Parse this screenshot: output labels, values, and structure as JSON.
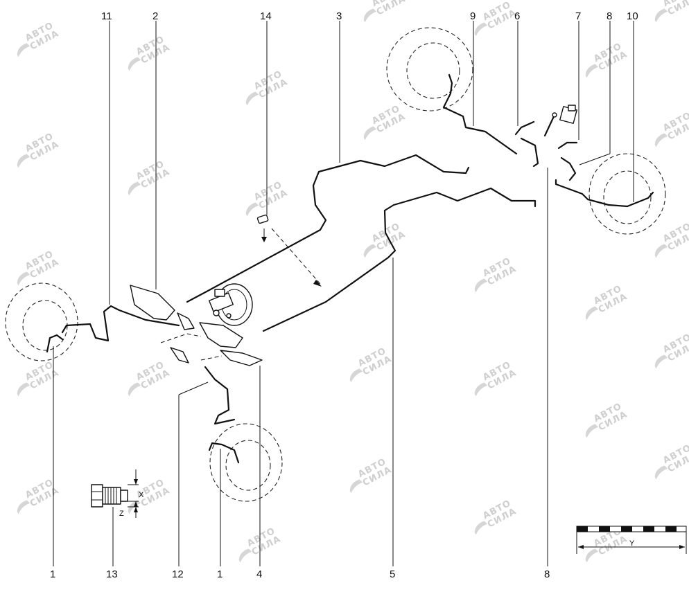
{
  "callouts": {
    "top": [
      "11",
      "2",
      "14",
      "3",
      "9",
      "6",
      "7",
      "8",
      "10"
    ],
    "bottom": [
      "1",
      "13",
      "12",
      "1",
      "4",
      "5",
      "8"
    ]
  },
  "detail": {
    "dim_x": "X",
    "dim_z": "Z"
  },
  "scale_bar": {
    "label": "Y"
  },
  "watermark": {
    "line1": "АВТО",
    "line2": "СИЛА"
  }
}
